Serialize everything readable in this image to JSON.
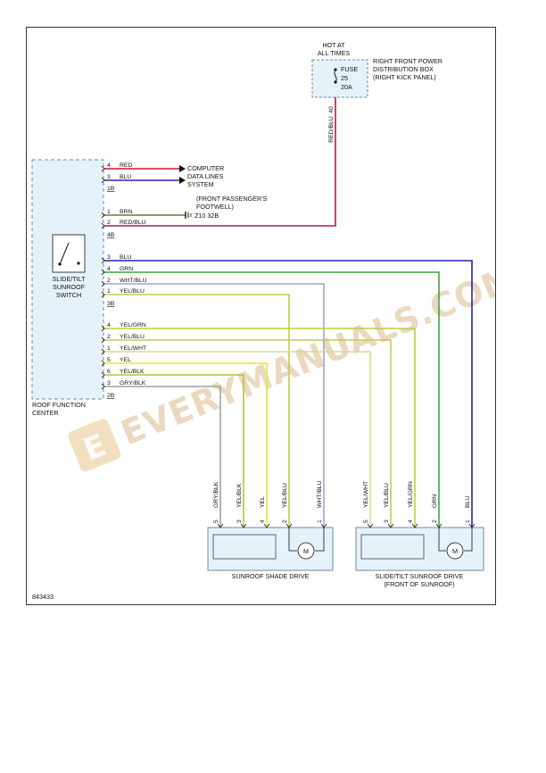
{
  "diagram_id": "843433",
  "watermark": "EVERYMANUALS.COM",
  "watermark_badge": "E",
  "hot_label": [
    "HOT AT",
    "ALL TIMES"
  ],
  "fuse": {
    "label": "FUSE",
    "number": "25",
    "rating": "20A",
    "pin": "40",
    "wire": "RED/BLU"
  },
  "pdb_label": [
    "RIGHT FRONT POWER",
    "DISTRIBUTION BOX",
    "(RIGHT KICK PANEL)"
  ],
  "rfc": {
    "label": [
      "ROOF FUNCTION",
      "CENTER"
    ],
    "switch_label": [
      "SLIDE/TILT",
      "SUNROOF",
      "SWITCH"
    ]
  },
  "connectors": {
    "c1": {
      "name": "1B",
      "pins": [
        {
          "pin": "4",
          "color": "RED"
        },
        {
          "pin": "3",
          "color": "BLU"
        }
      ]
    },
    "c2": {
      "name": "4B",
      "pins": [
        {
          "pin": "1",
          "color": "BRN"
        },
        {
          "pin": "2",
          "color": "RED/BLU"
        }
      ]
    },
    "c3": {
      "name": "3B",
      "pins": [
        {
          "pin": "3",
          "color": "BLU"
        },
        {
          "pin": "4",
          "color": "GRN"
        },
        {
          "pin": "2",
          "color": "WHT/BLU"
        },
        {
          "pin": "1",
          "color": "YEL/BLU"
        }
      ]
    },
    "c4": {
      "name": "2B",
      "pins": [
        {
          "pin": "4",
          "color": "YEL/GRN"
        },
        {
          "pin": "2",
          "color": "YEL/BLU"
        },
        {
          "pin": "1",
          "color": "YEL/WHT"
        },
        {
          "pin": "5",
          "color": "YEL"
        },
        {
          "pin": "6",
          "color": "YEL/BLK"
        },
        {
          "pin": "3",
          "color": "GRY/BLK"
        }
      ]
    }
  },
  "computer_label": [
    "COMPUTER",
    "DATA LINES",
    "SYSTEM"
  ],
  "ground_label": [
    "(FRONT PASSENGER'S",
    "FOOTWELL)"
  ],
  "ground_id": "Z10 32B",
  "shade_drive": {
    "label": "SUNROOF SHADE DRIVE",
    "motor": "M",
    "wires": [
      {
        "pin": "5",
        "color": "GRY/BLK"
      },
      {
        "pin": "3",
        "color": "YEL/BLK"
      },
      {
        "pin": "4",
        "color": "YEL"
      },
      {
        "pin": "2",
        "color": "YEL/BLU"
      },
      {
        "pin": "1",
        "color": "WHT/BLU"
      }
    ]
  },
  "tilt_drive": {
    "label": [
      "SLIDE/TILT SUNROOF DRIVE",
      "(FRONT OF SUNROOF)"
    ],
    "motor": "M",
    "wires": [
      {
        "pin": "5",
        "color": "YEL/WHT"
      },
      {
        "pin": "3",
        "color": "YEL/BLU"
      },
      {
        "pin": "4",
        "color": "YEL/GRN"
      },
      {
        "pin": "2",
        "color": "GRN"
      },
      {
        "pin": "1",
        "color": "BLU"
      }
    ]
  },
  "colors": {
    "red": "#d0142c",
    "blue": "#2424a8",
    "brown": "#8a6a2a",
    "redblu": "#b0184a",
    "green": "#3aa63a",
    "whtblu": "#9aa8c8",
    "yelblu": "#c8c850",
    "yelgrn": "#b8d040",
    "yelwht": "#d8d890",
    "yel": "#e6e62e",
    "yelblk": "#bcbc40",
    "gryblk": "#a0a0a0",
    "component_fill": "#e6f2fa",
    "dash": "#6a8aa8"
  }
}
